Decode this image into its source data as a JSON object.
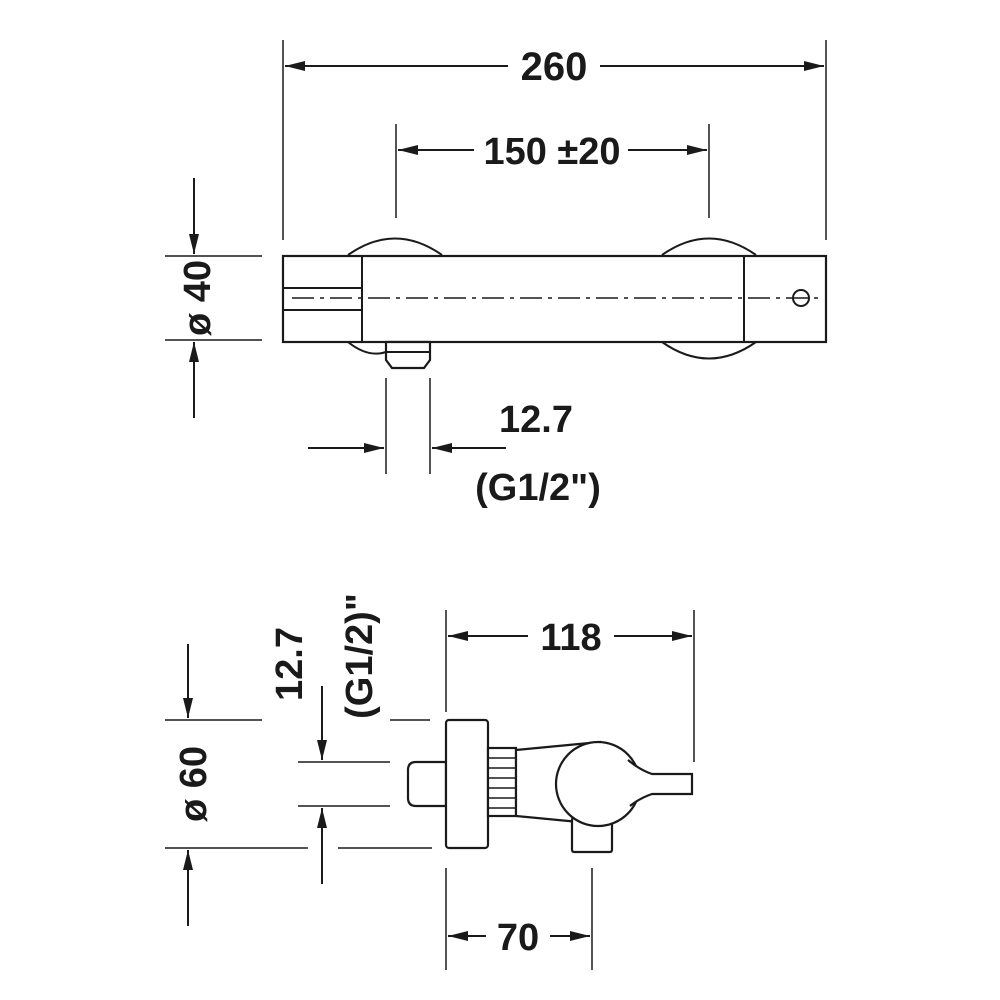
{
  "top_view": {
    "overall_length": "260",
    "connection_spacing": "150 ±20",
    "body_diameter": "ø 40",
    "outlet_size": "12.7",
    "outlet_thread": "(G1/2\")"
  },
  "side_view": {
    "depth": "118",
    "wall_offset": "70",
    "flange_diameter": "ø 60",
    "inlet_size": "12.7",
    "inlet_thread": "(G1/2)\""
  }
}
